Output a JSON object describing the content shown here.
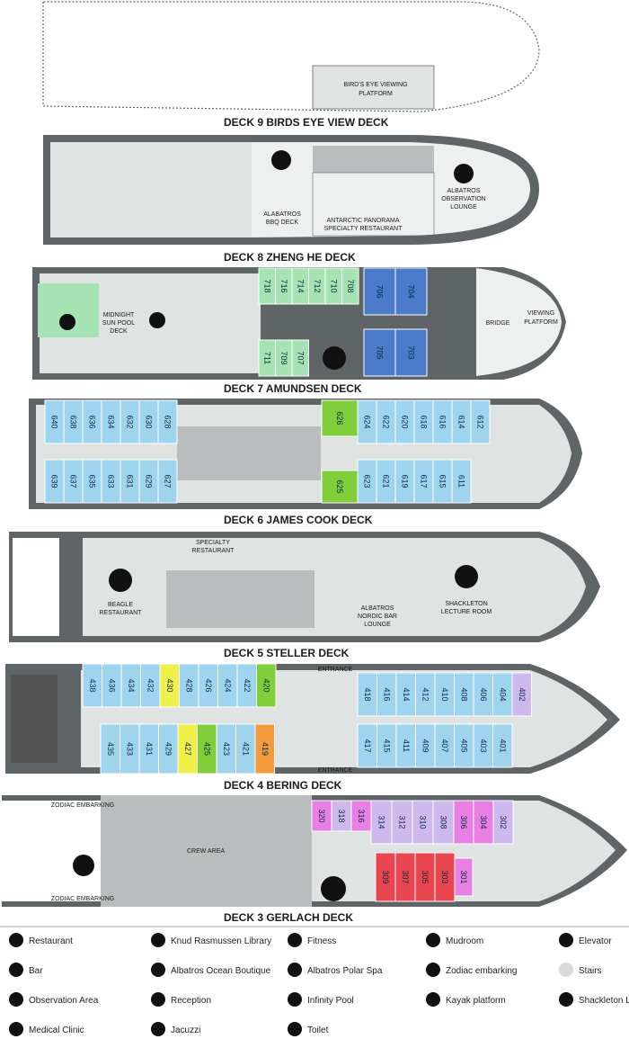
{
  "colors": {
    "hull": "#5f6466",
    "deck": "#dfe3e2",
    "inner": "#b9bdbd",
    "light": "#eef0ef",
    "blue": "#9fd4ef",
    "green": "#a6e3b3",
    "navy": "#4a7bc8",
    "yellow": "#f0f04a",
    "lime": "#7fce3a",
    "orange": "#f29a3c",
    "lavender": "#cdb9ee",
    "pink": "#e87fe2",
    "red": "#e8454f"
  },
  "decks": {
    "d9": {
      "title": "DECK  9    BIRDS EYE VIEW DECK",
      "platform_l1": "BIRD'S EYE VIEWING",
      "platform_l2": "PLATFORM"
    },
    "d8": {
      "title": "DECK  8    ZHENG HE DECK",
      "bbq_l1": "ALABATROS",
      "bbq_l2": "BBQ DECK",
      "pano_l1": "ANTARCTIC PANORAMA",
      "pano_l2": "SPECIALTY RESTAURANT",
      "obs_l1": "ALBATROS",
      "obs_l2": "OBSERVATION",
      "obs_l3": "LOUNGE"
    },
    "d7": {
      "title": "DECK  7    AMUNDSEN DECK",
      "pool_l1": "MIDNIGHT",
      "pool_l2": "SUN POOL",
      "pool_l3": "DECK",
      "bridge": "BRIDGE",
      "view_l1": "VIEWING",
      "view_l2": "PLATFORM",
      "green_top": [
        "718",
        "716",
        "714",
        "712",
        "710",
        "708"
      ],
      "green_bot": [
        "711",
        "709",
        "707"
      ],
      "navy": [
        "706",
        "704",
        "705",
        "703"
      ]
    },
    "d6": {
      "title": "DECK  6    JAMES COOK DECK",
      "top_left": [
        "640",
        "638",
        "636",
        "634",
        "632",
        "630",
        "628"
      ],
      "bot_left": [
        "639",
        "637",
        "635",
        "633",
        "631",
        "629",
        "627"
      ],
      "top_right": [
        "624",
        "622",
        "620",
        "618",
        "616",
        "614",
        "612"
      ],
      "bot_right": [
        "623",
        "621",
        "619",
        "617",
        "615",
        "611"
      ],
      "green": [
        "626",
        "625"
      ]
    },
    "d5": {
      "title": "DECK  5    STELLER DECK",
      "spec_l1": "SPECIALTY",
      "spec_l2": "RESTAURANT",
      "beagle_l1": "BEAGLE",
      "beagle_l2": "RESTAURANT",
      "nordic_l1": "ALBATROS",
      "nordic_l2": "NORDIC BAR",
      "nordic_l3": "LOUNGE",
      "shack_l1": "SHACKLETON",
      "shack_l2": "LECTURE ROOM"
    },
    "d4": {
      "title": "DECK  4    BERING DECK",
      "entrance": "ENTRANCE",
      "top_left": [
        "438",
        "436",
        "434",
        "432",
        "430",
        "428",
        "426",
        "424",
        "422",
        "420"
      ],
      "bot_left": [
        "435",
        "433",
        "431",
        "429",
        "427",
        "425",
        "423",
        "421",
        "419"
      ],
      "top_right": [
        "418",
        "416",
        "414",
        "412",
        "410",
        "408",
        "406",
        "404",
        "402"
      ],
      "bot_right": [
        "417",
        "415",
        "411",
        "409",
        "407",
        "405",
        "403",
        "401"
      ]
    },
    "d3": {
      "title": "DECK  3    GERLACH DECK",
      "zodiac": "ZODIAC EMBARKING",
      "crew": "CREW AREA",
      "pink": [
        "320",
        "318",
        "316",
        "306",
        "304",
        "301"
      ],
      "lav": [
        "314",
        "312",
        "310",
        "308",
        "302"
      ],
      "red": [
        "309",
        "307",
        "305",
        "303"
      ]
    }
  },
  "legend": [
    {
      "icon": "restaurant-icon",
      "label": "Restaurant"
    },
    {
      "icon": "library-icon",
      "label": "Knud Rasmussen Library"
    },
    {
      "icon": "fitness-icon",
      "label": "Fitness"
    },
    {
      "icon": "mudroom-icon",
      "label": "Mudroom"
    },
    {
      "icon": "elevator-icon",
      "label": "Elevator"
    },
    {
      "icon": "bar-icon",
      "label": "Bar"
    },
    {
      "icon": "boutique-icon",
      "label": "Albatros Ocean Boutique"
    },
    {
      "icon": "spa-icon",
      "label": "Albatros Polar Spa"
    },
    {
      "icon": "zodiac-icon",
      "label": "Zodiac embarking"
    },
    {
      "icon": "stairs-icon",
      "label": "Stairs"
    },
    {
      "icon": "binoculars-icon",
      "label": "Observation Area"
    },
    {
      "icon": "reception-icon",
      "label": "Reception"
    },
    {
      "icon": "pool-icon",
      "label": "Infinity Pool"
    },
    {
      "icon": "kayak-icon",
      "label": "Kayak platform"
    },
    {
      "icon": "lecture-icon",
      "label": "Shackleton Lecture Room"
    },
    {
      "icon": "medical-icon",
      "label": "Medical Clinic"
    },
    {
      "icon": "jacuzzi-icon",
      "label": "Jacuzzi"
    },
    {
      "icon": "toilet-icon",
      "label": "Toilet"
    }
  ]
}
